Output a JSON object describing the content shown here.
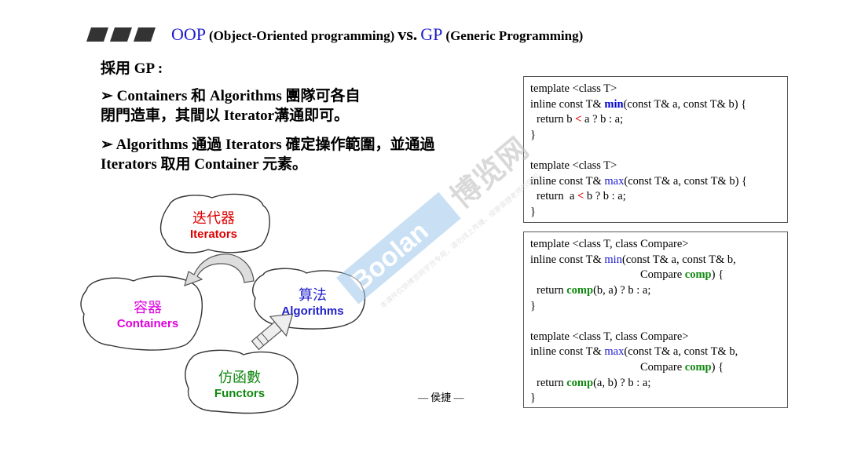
{
  "header": {
    "oop": "OOP",
    "oop_full": "(Object-Oriented programming)",
    "vs": "vs.",
    "gp": "GP",
    "gp_full": "(Generic Programming)"
  },
  "body": {
    "intro": "採用 GP :",
    "bullet1_line1": "➢ Containers 和 Algorithms 團隊可各自",
    "bullet1_line2": "閉門造車，其間以 Iterator溝通即可。",
    "bullet2_line1": "➢ Algorithms 通過 Iterators 確定操作範圍，並通過",
    "bullet2_line2": "Iterators 取用 Container 元素。"
  },
  "diagram": {
    "iterators_cn": "迭代器",
    "iterators_en": "Iterators",
    "containers_cn": "容器",
    "containers_en": "Containers",
    "algorithms_cn": "算法",
    "algorithms_en": "Algorithms",
    "functors_cn": "仿函數",
    "functors_en": "Functors",
    "colors": {
      "iterators": "#dd0000",
      "containers": "#dd00dd",
      "algorithms": "#2222cc",
      "functors": "#118811"
    }
  },
  "author": "— 侯捷 —",
  "code1": {
    "l1": "template <class T>",
    "l2a": "inline const T& ",
    "l2b": "min",
    "l2c": "(const T& a, const T& b) {",
    "l3a": "return b ",
    "l3b": "<",
    "l3c": " a ? b : a;",
    "l4": "}",
    "l5": "template <class T>",
    "l6a": "inline const T& ",
    "l6b": "max",
    "l6c": "(const T& a, const T& b) {",
    "l7a": "return  a ",
    "l7b": "<",
    "l7c": " b ? b : a;",
    "l8": "}"
  },
  "code2": {
    "l1": "template <class T, class Compare>",
    "l2a": "inline const T& ",
    "l2b": "min",
    "l2c": "(const T& a, const T& b,",
    "l3a": "Compare ",
    "l3b": "comp",
    "l3c": ") {",
    "l4a": "return ",
    "l4b": "comp",
    "l4c": "(b, a) ? b : a;",
    "l5": "}",
    "l6": "template <class T, class Compare>",
    "l7a": "inline const T& ",
    "l7b": "max",
    "l7c": "(const T& a, const T& b,",
    "l8a": "Compare ",
    "l8b": "comp",
    "l8c": ") {",
    "l9a": "return ",
    "l9b": "comp",
    "l9c": "(a, b) ? b : a;",
    "l10": "}"
  },
  "watermark": {
    "brand": "Boolan",
    "cn": "博览网",
    "note": "本课件仅供博览网学员专用，请勿线上传播，侵害侯捷老师的版权。"
  }
}
